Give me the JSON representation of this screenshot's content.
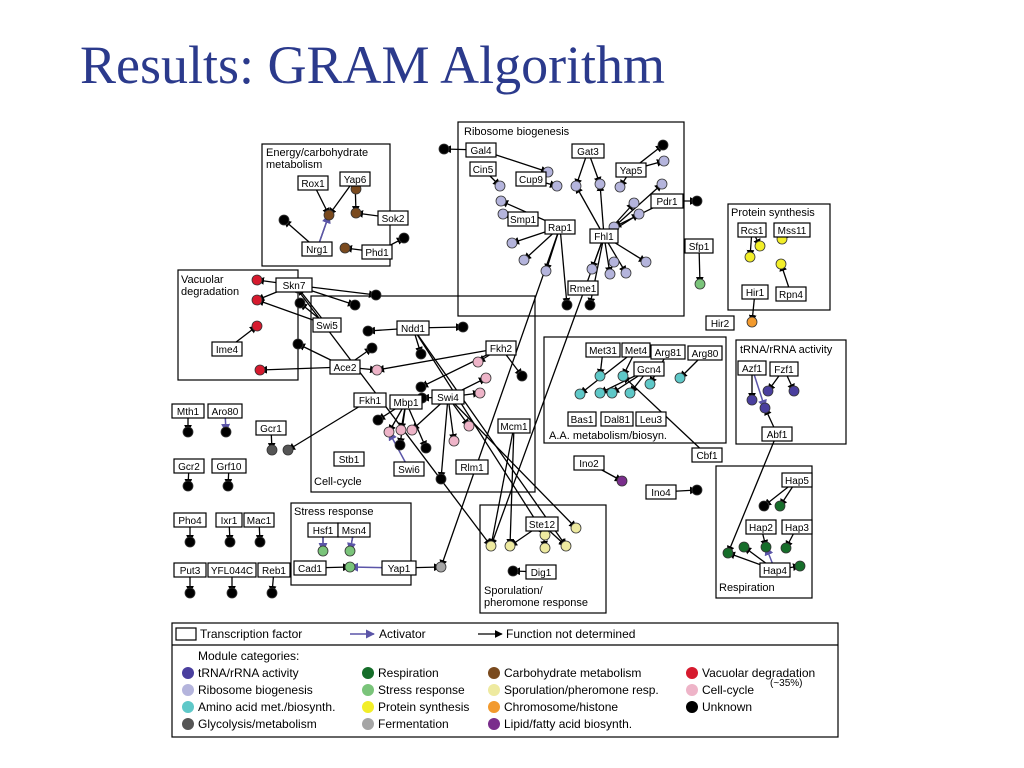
{
  "title": "Results: GRAM Algorithm",
  "colors": {
    "title": "#2b3a8c",
    "trna": "#4a3f9e",
    "ribosome": "#b4b4dc",
    "amino": "#5ec8c8",
    "glycolysis": "#555555",
    "respiration": "#166e2a",
    "stress": "#7ac47a",
    "protein": "#f2ee28",
    "fermentation": "#a5a5a5",
    "carbohydrate": "#7a4a1e",
    "sporulation": "#eeeaa0",
    "chromosome": "#f29a2e",
    "lipid": "#7a2e8c",
    "vacuolar": "#d61a2e",
    "cellcycle": "#eeb4c8",
    "unknown": "#000000",
    "activator": "#5b55a8"
  },
  "modules": [
    {
      "id": "ribo",
      "label_lines": [
        "Ribosome biogenesis"
      ]
    },
    {
      "id": "energy",
      "label_lines": [
        "Energy/carbohydrate",
        "metabolism"
      ]
    },
    {
      "id": "protsyn",
      "label_lines": [
        "Protein synthesis"
      ]
    },
    {
      "id": "vacuolar",
      "label_lines": [
        "Vacuolar",
        "degradation"
      ]
    },
    {
      "id": "cellcycle",
      "label_lines": [
        "Cell-cycle"
      ]
    },
    {
      "id": "aamet",
      "label_lines": [
        "A.A. metabolism/biosyn."
      ]
    },
    {
      "id": "trna",
      "label_lines": [
        "tRNA/rRNA activity"
      ]
    },
    {
      "id": "stress",
      "label_lines": [
        "Stress response"
      ]
    },
    {
      "id": "sporulation",
      "label_lines": [
        "Sporulation/",
        "pheromone response"
      ]
    },
    {
      "id": "respiration",
      "label_lines": [
        "Respiration"
      ]
    }
  ],
  "factors": [
    "Gal4",
    "Cin5",
    "Cup9",
    "Gat3",
    "Yap5",
    "Pdr1",
    "Smp1",
    "Rap1",
    "Fhl1",
    "Sfp1",
    "Rme1",
    "Rox1",
    "Yap6",
    "Sok2",
    "Nrg1",
    "Phd1",
    "Rcs1",
    "Mss11",
    "Hir1",
    "Rpn4",
    "Hir2",
    "Skn7",
    "Swi5",
    "Ime4",
    "Ace2",
    "Ndd1",
    "Fkh2",
    "Fkh1",
    "Mbp1",
    "Swi4",
    "Stb1",
    "Swi6",
    "Rlm1",
    "Mcm1",
    "Met31",
    "Met4",
    "Arg81",
    "Arg80",
    "Gcn4",
    "Bas1",
    "Dal81",
    "Leu3",
    "Azf1",
    "Fzf1",
    "Abf1",
    "Cbf1",
    "Mth1",
    "Aro80",
    "Gcr1",
    "Gcr2",
    "Grf10",
    "Pho4",
    "Ixr1",
    "Mac1",
    "Put3",
    "YFL044C",
    "Reb1",
    "Hsf1",
    "Msn4",
    "Cad1",
    "Yap1",
    "Ste12",
    "Dig1",
    "Ino2",
    "Ino4",
    "Hap5",
    "Hap2",
    "Hap3",
    "Hap4"
  ],
  "legend": {
    "tf_label": "Transcription factor",
    "activator_label": "Activator",
    "fnd_label": "Function not determined",
    "categories_heading": "Module categories:",
    "categories": [
      {
        "label": "tRNA/rRNA activity",
        "color": "#4a3f9e"
      },
      {
        "label": "Ribosome biogenesis",
        "color": "#b4b4dc"
      },
      {
        "label": "Amino acid met./biosynth.",
        "color": "#5ec8c8"
      },
      {
        "label": "Glycolysis/metabolism",
        "color": "#555555"
      },
      {
        "label": "Respiration",
        "color": "#166e2a"
      },
      {
        "label": "Stress response",
        "color": "#7ac47a"
      },
      {
        "label": "Protein synthesis",
        "color": "#f2ee28"
      },
      {
        "label": "Fermentation",
        "color": "#a5a5a5"
      },
      {
        "label": "Carbohydrate metabolism",
        "color": "#7a4a1e"
      },
      {
        "label": "Sporulation/pheromone resp.",
        "color": "#eeeaa0"
      },
      {
        "label": "Chromosome/histone",
        "color": "#f29a2e"
      },
      {
        "label": "Lipid/fatty acid biosynth.",
        "color": "#7a2e8c"
      },
      {
        "label": "Vacuolar degradation",
        "color": "#d61a2e"
      },
      {
        "label": "Cell-cycle",
        "color": "#eeb4c8"
      },
      {
        "label": "Unknown",
        "color": "#000000"
      }
    ]
  },
  "overlay_note": "(~35%)"
}
